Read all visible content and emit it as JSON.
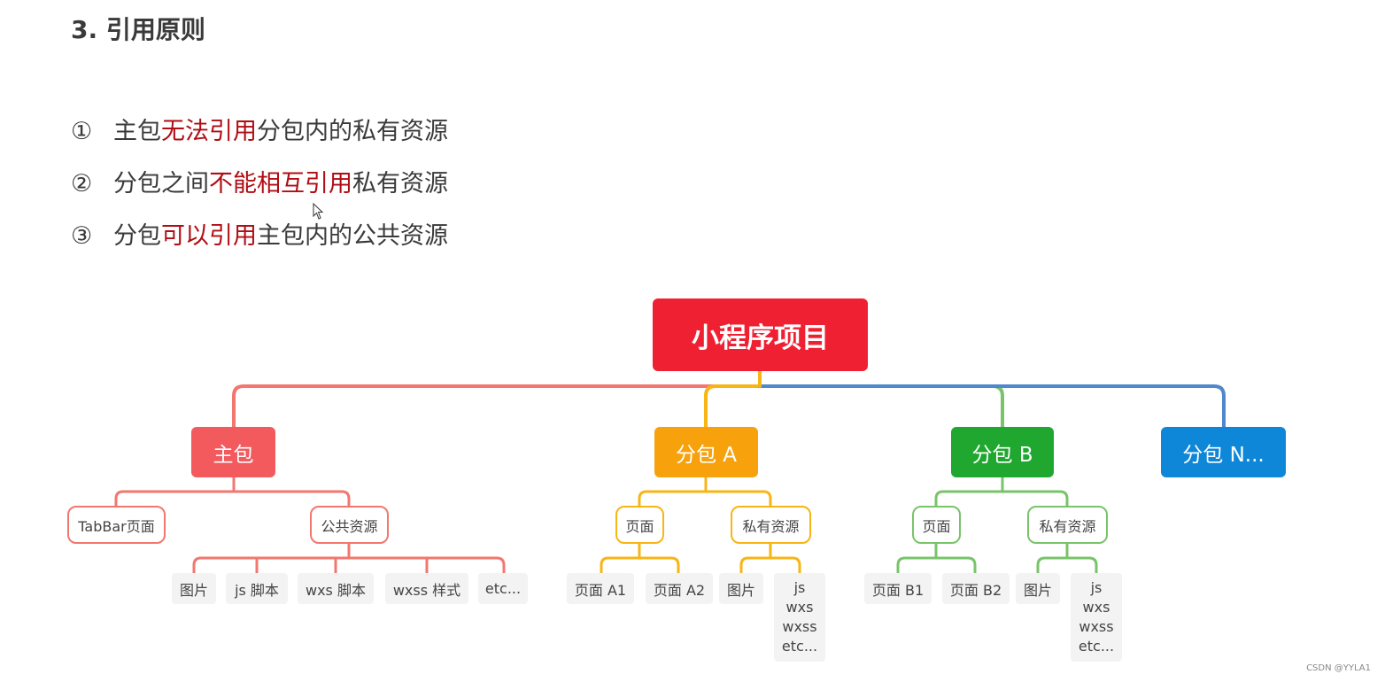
{
  "title": "3. 引用原则",
  "rules": [
    {
      "num": "①",
      "pre": "主包",
      "highlight": "无法引用",
      "post": "分包内的私有资源"
    },
    {
      "num": "②",
      "pre": "分包之间",
      "highlight": "不能相互引用",
      "post": "私有资源"
    },
    {
      "num": "③",
      "pre": "分包",
      "highlight": "可以引用",
      "post": "主包内的公共资源"
    }
  ],
  "diagram": {
    "root": "小程序项目",
    "main": {
      "label": "主包",
      "tabbar": "TabBar页面",
      "public": "公共资源",
      "public_items": [
        "图片",
        "js 脚本",
        "wxs 脚本",
        "wxss 样式",
        "etc..."
      ]
    },
    "sub_a": {
      "label": "分包 A",
      "pages": "页面",
      "private": "私有资源",
      "page_items": [
        "页面 A1",
        "页面 A2"
      ],
      "private_items": [
        "图片"
      ],
      "private_multi": [
        "js",
        "wxs",
        "wxss",
        "etc..."
      ]
    },
    "sub_b": {
      "label": "分包 B",
      "pages": "页面",
      "private": "私有资源",
      "page_items": [
        "页面 B1",
        "页面 B2"
      ],
      "private_items": [
        "图片"
      ],
      "private_multi": [
        "js",
        "wxs",
        "wxss",
        "etc..."
      ]
    },
    "sub_n": {
      "label": "分包 N..."
    }
  },
  "colors": {
    "highlight": "#b00d14",
    "root": "#f02033",
    "main": "#f25a5e",
    "sub_a": "#f7a20c",
    "sub_b": "#20a72f",
    "sub_n": "#0f87d8"
  },
  "watermark": "CSDN @YYLA1"
}
